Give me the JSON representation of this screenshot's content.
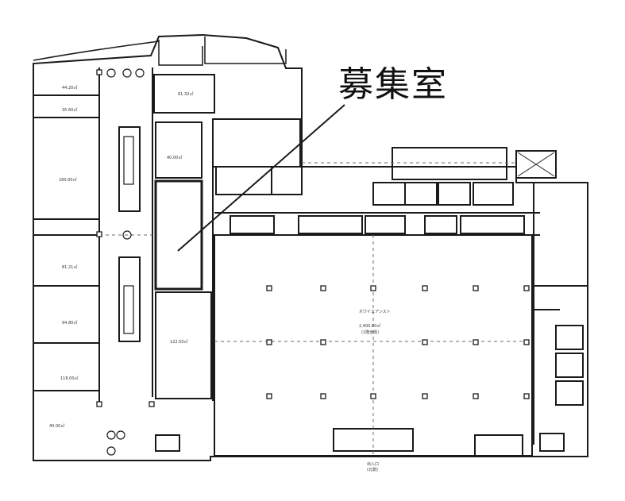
{
  "callout": {
    "label": "募集室"
  },
  "rooms": {
    "west_1": "44.20㎡",
    "west_2": "35.60㎡",
    "west_big": "180.00㎡",
    "west_4": "81.21㎡",
    "west_5": "94.80㎡",
    "west_6": "118.00㎡",
    "west_7": "40.00㎡",
    "top_room": "61.32㎡",
    "recruit_room": "",
    "lower_center": "122.50㎡",
    "small_center": "40.00㎡",
    "main_hall_name": "ホワイエアンスト",
    "main_hall_area": "2,400.00㎡",
    "main_hall_sub": "(1階全体)",
    "entrance": "出入口",
    "entrance_sub": "(北側)"
  },
  "colors": {
    "line": "#1a1a1a",
    "bg": "#ffffff",
    "light": "#6a6a6a"
  }
}
